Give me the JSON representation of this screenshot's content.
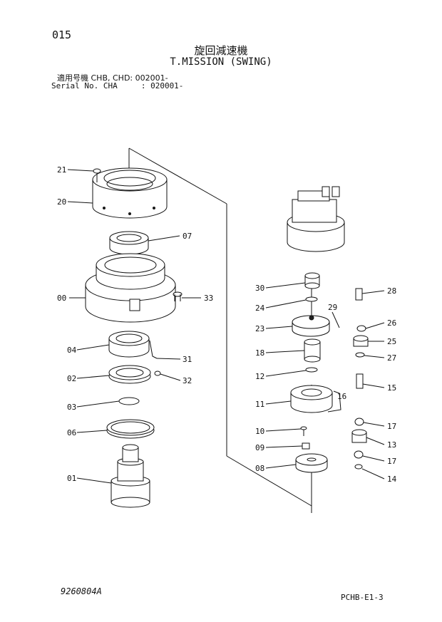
{
  "header": {
    "page_number": "015",
    "title_jp": "旋回減速機",
    "title_en": "T.MISSION (SWING)",
    "applicable_models": "適用号機 CHB, CHD: 002001-",
    "serial_no": "Serial No. CHA     : 020001-"
  },
  "footer": {
    "left_code": "9260804A",
    "right_code": "PCHB-E1-3"
  },
  "callouts": [
    {
      "id": "21",
      "text": "21"
    },
    {
      "id": "20",
      "text": "20"
    },
    {
      "id": "07",
      "text": "07"
    },
    {
      "id": "00",
      "text": "00"
    },
    {
      "id": "33",
      "text": "33"
    },
    {
      "id": "04",
      "text": "04"
    },
    {
      "id": "31",
      "text": "31"
    },
    {
      "id": "02",
      "text": "02"
    },
    {
      "id": "32",
      "text": "32"
    },
    {
      "id": "03",
      "text": "03"
    },
    {
      "id": "06",
      "text": "06"
    },
    {
      "id": "01",
      "text": "01"
    },
    {
      "id": "30",
      "text": "30"
    },
    {
      "id": "28",
      "text": "28"
    },
    {
      "id": "24",
      "text": "24"
    },
    {
      "id": "29",
      "text": "29"
    },
    {
      "id": "23",
      "text": "23"
    },
    {
      "id": "26",
      "text": "26"
    },
    {
      "id": "25",
      "text": "25"
    },
    {
      "id": "18",
      "text": "18"
    },
    {
      "id": "27",
      "text": "27"
    },
    {
      "id": "12",
      "text": "12"
    },
    {
      "id": "15",
      "text": "15"
    },
    {
      "id": "16",
      "text": "16"
    },
    {
      "id": "11",
      "text": "11"
    },
    {
      "id": "10",
      "text": "10"
    },
    {
      "id": "17a",
      "text": "17"
    },
    {
      "id": "13",
      "text": "13"
    },
    {
      "id": "09",
      "text": "09"
    },
    {
      "id": "17b",
      "text": "17"
    },
    {
      "id": "08",
      "text": "08"
    },
    {
      "id": "14",
      "text": "14"
    }
  ]
}
